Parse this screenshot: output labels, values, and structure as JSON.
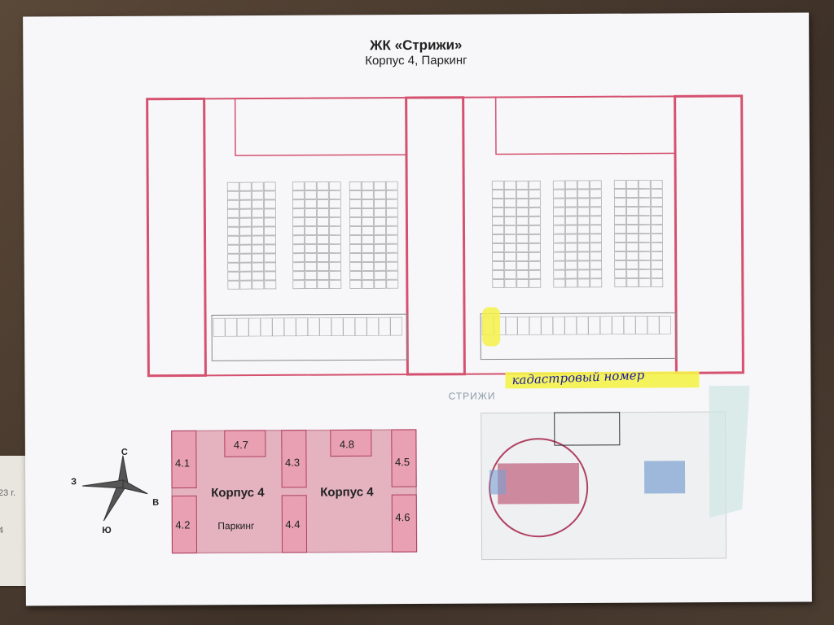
{
  "document": {
    "title": "ЖК «Стрижи»",
    "subtitle": "Корпус 4, Паркинг",
    "handwritten_note": "кадастровый номер"
  },
  "scrap_paper": {
    "line1": "23 г.",
    "line2": "4"
  },
  "key_plan": {
    "buildings": [
      "4.1",
      "4.2",
      "4.3",
      "4.4",
      "4.5",
      "4.6",
      "4.7",
      "4.8"
    ],
    "corpus_left": "Корпус 4",
    "corpus_right": "Корпус 4",
    "parking_label": "Паркинг"
  },
  "compass": {
    "north": "С",
    "south": "Ю",
    "west": "З",
    "east": "В"
  },
  "site_plan": {
    "logo": "СТРИЖИ"
  },
  "colors": {
    "wall": "#d5516f",
    "keyplan_fill": "#d9869a",
    "highlight": "#f4f24a",
    "ink": "#1a1aa0"
  }
}
